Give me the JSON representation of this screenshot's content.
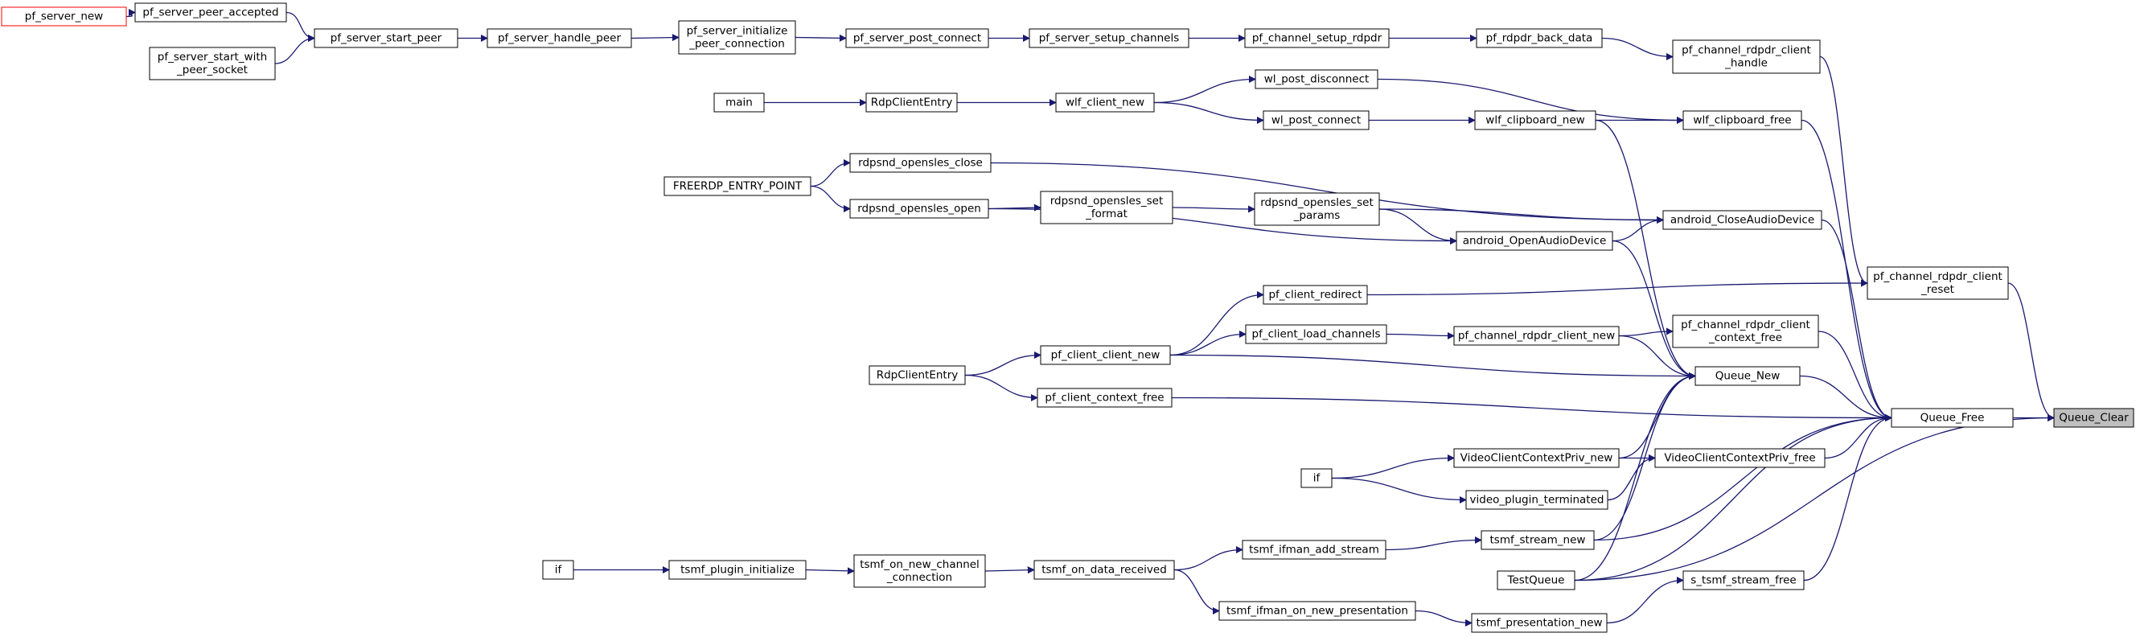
{
  "graph": {
    "colors": {
      "edge": "#191970",
      "node_fill": "#ffffff",
      "focus_fill": "#bfbfbf",
      "external_border": "#ff0000"
    },
    "nodes": [
      {
        "id": "pf_server_new",
        "lines": [
          "pf_server_new"
        ],
        "style": "external"
      },
      {
        "id": "pf_server_peer_accepted",
        "lines": [
          "pf_server_peer_accepted"
        ]
      },
      {
        "id": "pf_server_start_with_peer_socket",
        "lines": [
          "pf_server_start_with",
          "_peer_socket"
        ]
      },
      {
        "id": "pf_server_start_peer",
        "lines": [
          "pf_server_start_peer"
        ]
      },
      {
        "id": "pf_server_handle_peer",
        "lines": [
          "pf_server_handle_peer"
        ]
      },
      {
        "id": "pf_server_initialize_peer_connection",
        "lines": [
          "pf_server_initialize",
          "_peer_connection"
        ]
      },
      {
        "id": "pf_server_post_connect",
        "lines": [
          "pf_server_post_connect"
        ]
      },
      {
        "id": "pf_server_setup_channels",
        "lines": [
          "pf_server_setup_channels"
        ]
      },
      {
        "id": "pf_channel_setup_rdpdr",
        "lines": [
          "pf_channel_setup_rdpdr"
        ]
      },
      {
        "id": "pf_rdpdr_back_data",
        "lines": [
          "pf_rdpdr_back_data"
        ]
      },
      {
        "id": "pf_channel_rdpdr_client_handle",
        "lines": [
          "pf_channel_rdpdr_client",
          "_handle"
        ]
      },
      {
        "id": "main",
        "lines": [
          "main"
        ]
      },
      {
        "id": "RdpClientEntry_1",
        "lines": [
          "RdpClientEntry"
        ]
      },
      {
        "id": "wlf_client_new",
        "lines": [
          "wlf_client_new"
        ]
      },
      {
        "id": "wl_post_disconnect",
        "lines": [
          "wl_post_disconnect"
        ]
      },
      {
        "id": "wl_post_connect",
        "lines": [
          "wl_post_connect"
        ]
      },
      {
        "id": "wlf_clipboard_new",
        "lines": [
          "wlf_clipboard_new"
        ]
      },
      {
        "id": "wlf_clipboard_free",
        "lines": [
          "wlf_clipboard_free"
        ]
      },
      {
        "id": "FREERDP_ENTRY_POINT",
        "lines": [
          "FREERDP_ENTRY_POINT"
        ]
      },
      {
        "id": "rdpsnd_opensles_close",
        "lines": [
          "rdpsnd_opensles_close"
        ]
      },
      {
        "id": "rdpsnd_opensles_open",
        "lines": [
          "rdpsnd_opensles_open"
        ]
      },
      {
        "id": "rdpsnd_opensles_set_format",
        "lines": [
          "rdpsnd_opensles_set",
          "_format"
        ]
      },
      {
        "id": "rdpsnd_opensles_set_params",
        "lines": [
          "rdpsnd_opensles_set",
          "_params"
        ]
      },
      {
        "id": "android_OpenAudioDevice",
        "lines": [
          "android_OpenAudioDevice"
        ]
      },
      {
        "id": "android_CloseAudioDevice",
        "lines": [
          "android_CloseAudioDevice"
        ]
      },
      {
        "id": "pf_channel_rdpdr_client_reset",
        "lines": [
          "pf_channel_rdpdr_client",
          "_reset"
        ]
      },
      {
        "id": "pf_client_redirect",
        "lines": [
          "pf_client_redirect"
        ]
      },
      {
        "id": "pf_client_load_channels",
        "lines": [
          "pf_client_load_channels"
        ]
      },
      {
        "id": "pf_channel_rdpdr_client_new",
        "lines": [
          "pf_channel_rdpdr_client_new"
        ]
      },
      {
        "id": "pf_channel_rdpdr_client_context_free",
        "lines": [
          "pf_channel_rdpdr_client",
          "_context_free"
        ]
      },
      {
        "id": "RdpClientEntry_2",
        "lines": [
          "RdpClientEntry"
        ]
      },
      {
        "id": "pf_client_client_new",
        "lines": [
          "pf_client_client_new"
        ]
      },
      {
        "id": "pf_client_context_free",
        "lines": [
          "pf_client_context_free"
        ]
      },
      {
        "id": "Queue_New",
        "lines": [
          "Queue_New"
        ]
      },
      {
        "id": "Queue_Free",
        "lines": [
          "Queue_Free"
        ]
      },
      {
        "id": "Queue_Clear",
        "lines": [
          "Queue_Clear"
        ],
        "style": "highlight"
      },
      {
        "id": "if_1",
        "lines": [
          "if"
        ]
      },
      {
        "id": "VideoClientContextPriv_new",
        "lines": [
          "VideoClientContextPriv_new"
        ]
      },
      {
        "id": "VideoClientContextPriv_free",
        "lines": [
          "VideoClientContextPriv_free"
        ]
      },
      {
        "id": "video_plugin_terminated",
        "lines": [
          "video_plugin_terminated"
        ]
      },
      {
        "id": "tsmf_ifman_add_stream",
        "lines": [
          "tsmf_ifman_add_stream"
        ]
      },
      {
        "id": "tsmf_stream_new",
        "lines": [
          "tsmf_stream_new"
        ]
      },
      {
        "id": "if_2",
        "lines": [
          "if"
        ]
      },
      {
        "id": "tsmf_plugin_initialize",
        "lines": [
          "tsmf_plugin_initialize"
        ]
      },
      {
        "id": "tsmf_on_new_channel_connection",
        "lines": [
          "tsmf_on_new_channel",
          "_connection"
        ]
      },
      {
        "id": "tsmf_on_data_received",
        "lines": [
          "tsmf_on_data_received"
        ]
      },
      {
        "id": "TestQueue",
        "lines": [
          "TestQueue"
        ]
      },
      {
        "id": "s_tsmf_stream_free",
        "lines": [
          "s_tsmf_stream_free"
        ]
      },
      {
        "id": "tsmf_ifman_on_new_presentation",
        "lines": [
          "tsmf_ifman_on_new_presentation"
        ]
      },
      {
        "id": "tsmf_presentation_new",
        "lines": [
          "tsmf_presentation_new"
        ]
      }
    ],
    "edges": [
      [
        "pf_server_new",
        "pf_server_peer_accepted"
      ],
      [
        "pf_server_peer_accepted",
        "pf_server_start_peer"
      ],
      [
        "pf_server_start_with_peer_socket",
        "pf_server_start_peer"
      ],
      [
        "pf_server_start_peer",
        "pf_server_handle_peer"
      ],
      [
        "pf_server_handle_peer",
        "pf_server_initialize_peer_connection"
      ],
      [
        "pf_server_initialize_peer_connection",
        "pf_server_post_connect"
      ],
      [
        "pf_server_post_connect",
        "pf_server_setup_channels"
      ],
      [
        "pf_server_setup_channels",
        "pf_channel_setup_rdpdr"
      ],
      [
        "pf_channel_setup_rdpdr",
        "pf_rdpdr_back_data"
      ],
      [
        "pf_rdpdr_back_data",
        "pf_channel_rdpdr_client_handle"
      ],
      [
        "pf_channel_rdpdr_client_handle",
        "pf_channel_rdpdr_client_reset"
      ],
      [
        "main",
        "RdpClientEntry_1"
      ],
      [
        "RdpClientEntry_1",
        "wlf_client_new"
      ],
      [
        "wlf_client_new",
        "wl_post_disconnect"
      ],
      [
        "wlf_client_new",
        "wl_post_connect"
      ],
      [
        "wl_post_disconnect",
        "wlf_clipboard_free"
      ],
      [
        "wl_post_connect",
        "wlf_clipboard_new"
      ],
      [
        "wlf_clipboard_new",
        "wlf_clipboard_free"
      ],
      [
        "wlf_clipboard_new",
        "Queue_New"
      ],
      [
        "wlf_clipboard_free",
        "Queue_Free"
      ],
      [
        "FREERDP_ENTRY_POINT",
        "rdpsnd_opensles_close"
      ],
      [
        "FREERDP_ENTRY_POINT",
        "rdpsnd_opensles_open"
      ],
      [
        "rdpsnd_opensles_open",
        "rdpsnd_opensles_set_format"
      ],
      [
        "rdpsnd_opensles_set_format",
        "rdpsnd_opensles_set_params"
      ],
      [
        "rdpsnd_opensles_set_params",
        "android_OpenAudioDevice"
      ],
      [
        "rdpsnd_opensles_open",
        "android_OpenAudioDevice"
      ],
      [
        "rdpsnd_opensles_close",
        "android_CloseAudioDevice"
      ],
      [
        "rdpsnd_opensles_set_params",
        "android_CloseAudioDevice"
      ],
      [
        "android_OpenAudioDevice",
        "android_CloseAudioDevice"
      ],
      [
        "android_OpenAudioDevice",
        "Queue_New"
      ],
      [
        "android_CloseAudioDevice",
        "Queue_Free"
      ],
      [
        "pf_client_redirect",
        "pf_channel_rdpdr_client_reset"
      ],
      [
        "pf_channel_rdpdr_client_reset",
        "Queue_Clear"
      ],
      [
        "RdpClientEntry_2",
        "pf_client_client_new"
      ],
      [
        "RdpClientEntry_2",
        "pf_client_context_free"
      ],
      [
        "pf_client_client_new",
        "pf_client_redirect"
      ],
      [
        "pf_client_client_new",
        "pf_client_load_channels"
      ],
      [
        "pf_client_load_channels",
        "pf_channel_rdpdr_client_new"
      ],
      [
        "pf_channel_rdpdr_client_new",
        "pf_channel_rdpdr_client_context_free"
      ],
      [
        "pf_channel_rdpdr_client_new",
        "Queue_New"
      ],
      [
        "pf_channel_rdpdr_client_context_free",
        "Queue_Free"
      ],
      [
        "pf_client_client_new",
        "Queue_New"
      ],
      [
        "pf_client_context_free",
        "Queue_Free"
      ],
      [
        "Queue_New",
        "Queue_Free"
      ],
      [
        "Queue_Free",
        "Queue_Clear"
      ],
      [
        "if_1",
        "VideoClientContextPriv_new"
      ],
      [
        "if_1",
        "video_plugin_terminated"
      ],
      [
        "VideoClientContextPriv_new",
        "VideoClientContextPriv_free"
      ],
      [
        "VideoClientContextPriv_new",
        "Queue_New"
      ],
      [
        "video_plugin_terminated",
        "VideoClientContextPriv_free"
      ],
      [
        "VideoClientContextPriv_free",
        "Queue_Free"
      ],
      [
        "if_2",
        "tsmf_plugin_initialize"
      ],
      [
        "tsmf_plugin_initialize",
        "tsmf_on_new_channel_connection"
      ],
      [
        "tsmf_on_new_channel_connection",
        "tsmf_on_data_received"
      ],
      [
        "tsmf_on_data_received",
        "tsmf_ifman_add_stream"
      ],
      [
        "tsmf_on_data_received",
        "tsmf_ifman_on_new_presentation"
      ],
      [
        "tsmf_ifman_add_stream",
        "tsmf_stream_new"
      ],
      [
        "tsmf_stream_new",
        "Queue_New"
      ],
      [
        "tsmf_stream_new",
        "Queue_Free"
      ],
      [
        "tsmf_ifman_on_new_presentation",
        "tsmf_presentation_new"
      ],
      [
        "tsmf_presentation_new",
        "s_tsmf_stream_free"
      ],
      [
        "s_tsmf_stream_free",
        "Queue_Free"
      ],
      [
        "TestQueue",
        "Queue_New"
      ],
      [
        "TestQueue",
        "Queue_Free"
      ],
      [
        "TestQueue",
        "Queue_Clear"
      ]
    ]
  }
}
